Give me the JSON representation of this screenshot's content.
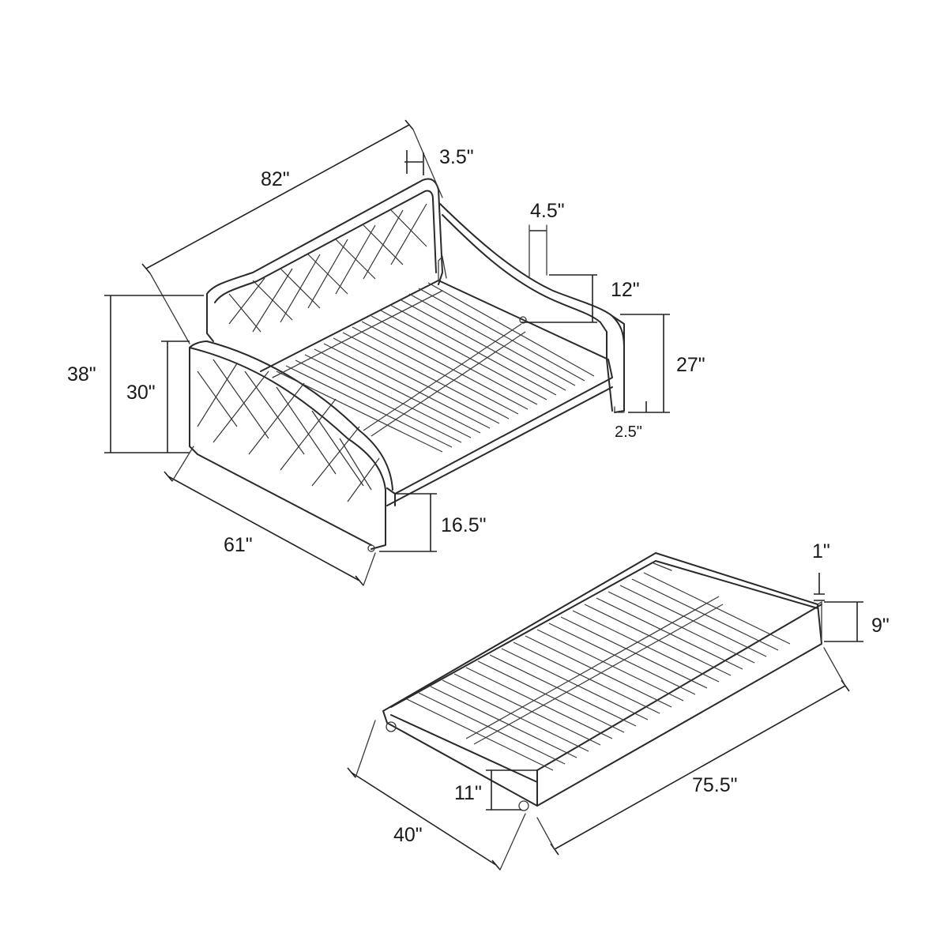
{
  "daybed": {
    "dimensions": {
      "length": "82\"",
      "back_thickness": "3.5\"",
      "arm_thickness": "4.5\"",
      "arm_above_deck": "12\"",
      "arm_height": "27\"",
      "leg_height": "2.5\"",
      "back_height": "38\"",
      "front_arm_height": "30\"",
      "width": "61\"",
      "deck_height": "16.5\""
    }
  },
  "trundle": {
    "dimensions": {
      "rail_thickness": "1\"",
      "side_height": "9\"",
      "length": "75.5\"",
      "width": "40\"",
      "total_height": "11\""
    }
  },
  "colors": {
    "line": "#2a2a2a",
    "background": "#ffffff"
  }
}
